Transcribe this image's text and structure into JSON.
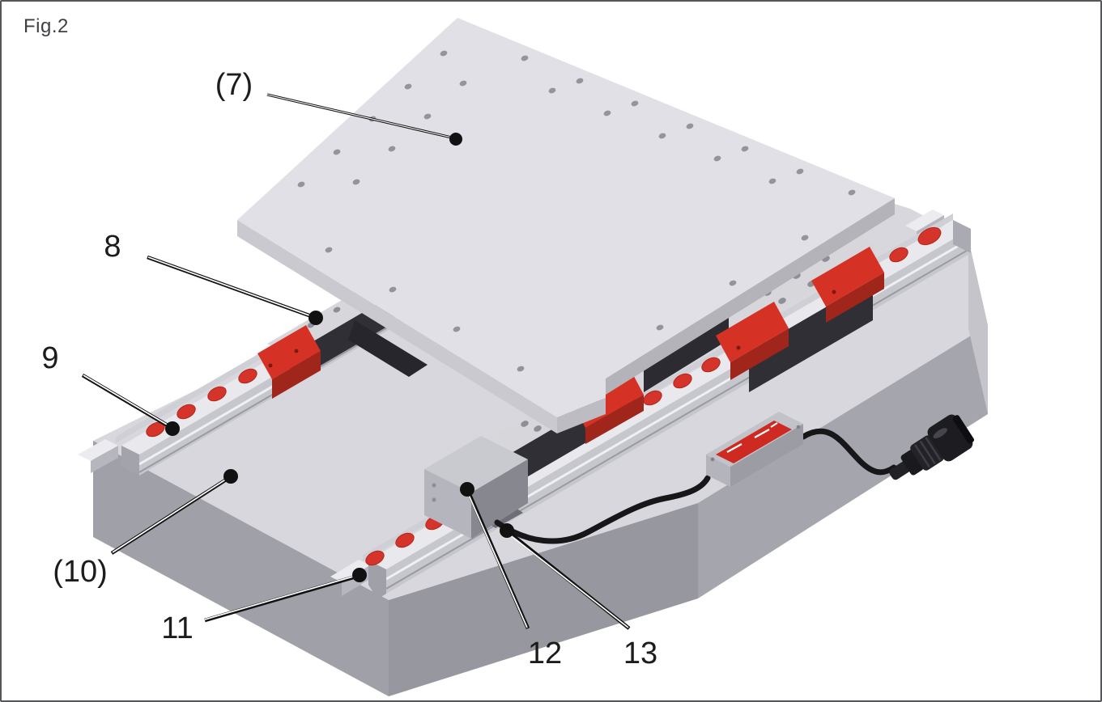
{
  "figure": {
    "label": "Fig.2"
  },
  "callouts": [
    {
      "id": "7",
      "label": "(7)"
    },
    {
      "id": "8",
      "label": "8"
    },
    {
      "id": "9",
      "label": "9"
    },
    {
      "id": "10",
      "label": "(10)"
    },
    {
      "id": "11",
      "label": "11"
    },
    {
      "id": "12",
      "label": "12"
    },
    {
      "id": "13",
      "label": "13"
    }
  ],
  "colors": {
    "accent_red": "#d5342a",
    "accent_red_dark": "#a3251b",
    "metal_light": "#e2e2e8",
    "metal_mid": "#c6c6cd",
    "metal_dark": "#9e9ea6",
    "body_dark": "#2f2f35",
    "cable_black": "#17171a",
    "background": "#ffffff",
    "border": "#55565a"
  }
}
